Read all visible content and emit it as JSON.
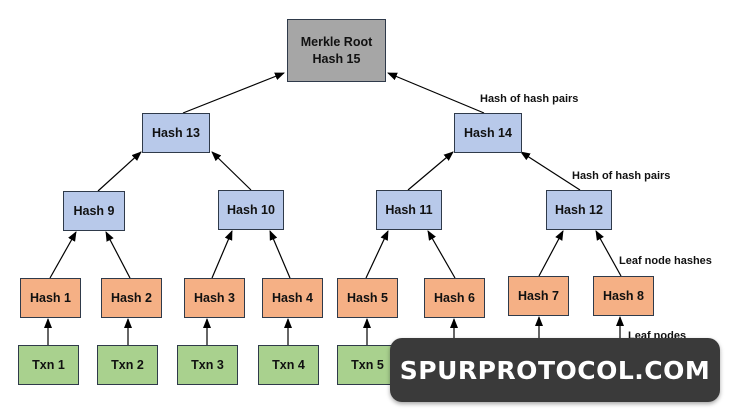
{
  "root": {
    "line1": "Merkle Root",
    "line2": "Hash 15"
  },
  "level2": [
    "Hash 13",
    "Hash 14"
  ],
  "level3": [
    "Hash 9",
    "Hash 10",
    "Hash 11",
    "Hash 12"
  ],
  "leaves": [
    "Hash 1",
    "Hash 2",
    "Hash 3",
    "Hash 4",
    "Hash 5",
    "Hash 6",
    "Hash 7",
    "Hash 8"
  ],
  "transactions": [
    "Txn 1",
    "Txn 2",
    "Txn 3",
    "Txn 4",
    "Txn 5"
  ],
  "annotations": {
    "root_pairs": "Hash of hash pairs",
    "mid_pairs": "Hash of hash pairs",
    "leaf_hashes": "Leaf node hashes",
    "leaf_nodes": "Leaf nodes"
  },
  "watermark": "SPURPROTOCOL.COM",
  "colors": {
    "root_fill": "#a6a6a6",
    "mid_fill": "#b8c9ea",
    "leaf_fill": "#f5b085",
    "txn_fill": "#a9d18e"
  }
}
